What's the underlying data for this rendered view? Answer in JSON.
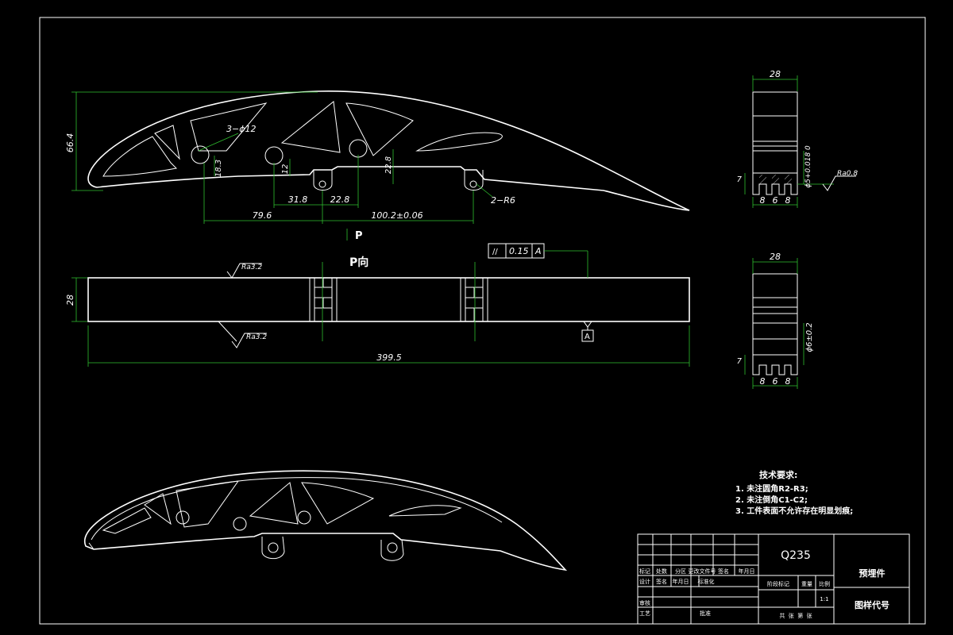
{
  "colors": {
    "background": "#000000",
    "line": "#ffffff",
    "dimension": "#2fbf2f"
  },
  "front_view": {
    "dims": {
      "height": "66.4",
      "holes": "3−ϕ12",
      "d18_3": "18.3",
      "d12": "12",
      "d22_8_v": "22.8",
      "d31_8": "31.8",
      "d22_8_h": "22.8",
      "d79_6": "79.6",
      "d100_2": "100.2±0.06",
      "radius": "2−R6"
    },
    "view_arrow": "P"
  },
  "p_view": {
    "title": "P向",
    "height": "28",
    "length": "399.5",
    "roughness_top": "Ra3.2",
    "roughness_bottom": "Ra3.2",
    "tolerance": {
      "symbol": "//",
      "value": "0.15",
      "datum": "A"
    },
    "datum_label": "A"
  },
  "section_1": {
    "width": "28",
    "height_7": "7",
    "dia": "ϕ5+0.018 0",
    "roughness": "Ra0.8",
    "b1": "8",
    "b2": "6",
    "b3": "8"
  },
  "section_2": {
    "width": "28",
    "height_7": "7",
    "dia": "ϕ6±0.2",
    "b1": "8",
    "b2": "6",
    "b3": "8"
  },
  "tech_requirements": {
    "title": "技术要求:",
    "items": [
      "1. 未注圆角R2-R3;",
      "2. 未注倒角C1-C2;",
      "3. 工件表面不允许存在明显划痕;"
    ]
  },
  "title_block": {
    "material": "Q235",
    "part_name": "预埋件",
    "drawing_code": "图样代号",
    "scale": "1:1",
    "headers": [
      "标记",
      "处数",
      "分区",
      "更改文件号",
      "签名",
      "年月日"
    ],
    "design_row": [
      "设计",
      "签名",
      "年月日",
      "标准化"
    ],
    "stage_label": "阶段标记",
    "weight_label": "重量",
    "scale_label": "比例",
    "review": "审核",
    "process": "工艺",
    "approve": "批准",
    "sheets": "共  张  第  张"
  }
}
